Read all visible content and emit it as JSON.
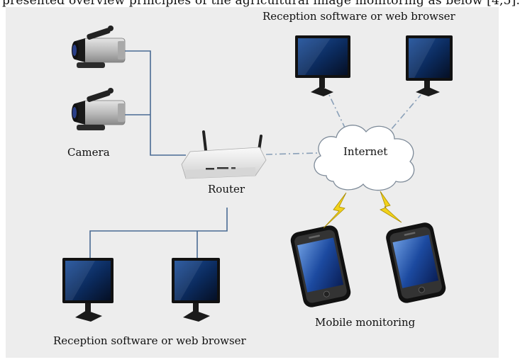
{
  "header": {
    "caption_fragment": "presented overview principles of the agricultural image monitoring as below [4,5]."
  },
  "diagram": {
    "labels": {
      "camera": "Camera",
      "router": "Router",
      "internet": "Internet",
      "reception_top": "Reception software or web browser",
      "reception_bottom": "Reception software or web browser",
      "mobile": "Mobile monitoring"
    }
  },
  "colors": {
    "panel_background": "#ededed",
    "wired_link": "#4a6b93",
    "wireless_link": "#8aa0b8",
    "lightning": "#f2d21a",
    "screen": "#0b2a5c",
    "cloud_fill": "#ffffff"
  },
  "icons": [
    "video-camera-icon",
    "router-icon",
    "cloud-icon",
    "monitor-icon",
    "smartphone-icon",
    "lightning-icon"
  ]
}
